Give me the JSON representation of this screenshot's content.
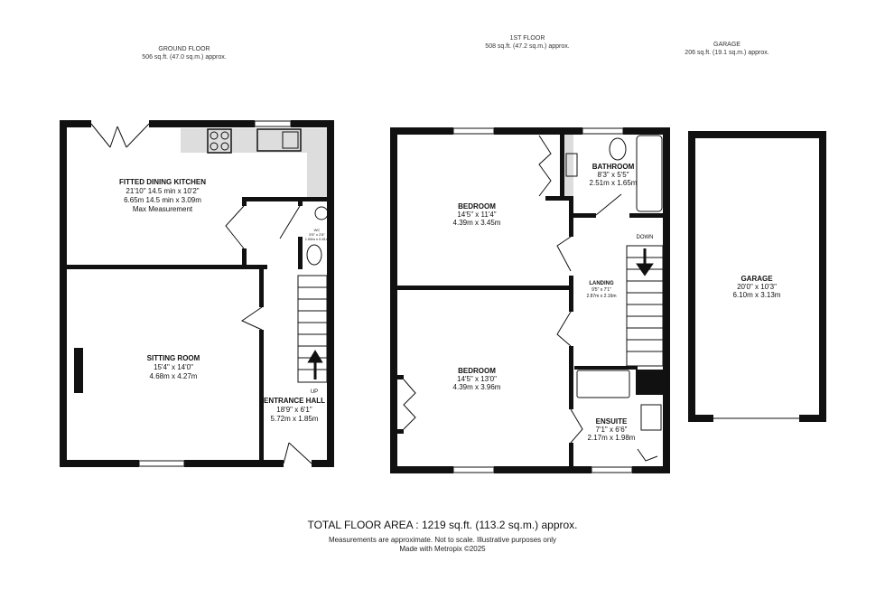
{
  "headers": {
    "ground": {
      "title": "GROUND FLOOR",
      "area": "506 sq.ft. (47.0 sq.m.) approx."
    },
    "first": {
      "title": "1ST FLOOR",
      "area": "508 sq.ft. (47.2 sq.m.) approx."
    },
    "garage": {
      "title": "GARAGE",
      "area": "206 sq.ft. (19.1 sq.m.) approx."
    }
  },
  "rooms": {
    "kitchen": {
      "name": "FITTED DINING KITCHEN",
      "imperial": "21'10\" 14.5 min  x 10'2\"",
      "metric": "6.65m 14.5 min  x 3.09m",
      "note": "Max Measurement"
    },
    "wc": {
      "name": "WC",
      "imperial": "5'5\"  x 2'8\"",
      "metric": "1.65m  x 0.81m"
    },
    "sitting": {
      "name": "SITTING ROOM",
      "imperial": "15'4\"  x 14'0\"",
      "metric": "4.68m  x 4.27m"
    },
    "hall": {
      "name": "ENTRANCE HALL",
      "imperial": "18'9\"  x 6'1\"",
      "metric": "5.72m  x 1.85m",
      "stairs": "UP"
    },
    "bedroom1": {
      "name": "BEDROOM",
      "imperial": "14'5\"  x 11'4\"",
      "metric": "4.39m  x 3.45m"
    },
    "bathroom": {
      "name": "BATHROOM",
      "imperial": "8'3\"  x 5'5\"",
      "metric": "2.51m  x 1.65m"
    },
    "landing": {
      "name": "LANDING",
      "imperial": "9'5\"  x 7'1\"",
      "metric": "2.87m  x 2.16m",
      "stairs": "DOWN"
    },
    "bedroom2": {
      "name": "BEDROOM",
      "imperial": "14'5\"  x 13'0\"",
      "metric": "4.39m  x 3.96m"
    },
    "ensuite": {
      "name": "ENSUITE",
      "imperial": "7'1\"  x 6'6\"",
      "metric": "2.17m  x 1.98m"
    },
    "garage": {
      "name": "GARAGE",
      "imperial": "20'0\"  x 10'3\"",
      "metric": "6.10m  x 3.13m"
    }
  },
  "footer": {
    "total": "TOTAL FLOOR AREA : 1219 sq.ft. (113.2 sq.m.) approx.",
    "disclaimer": "Measurements are approximate.  Not to scale.  Illustrative purposes only",
    "credit": "Made with Metropix ©2025"
  }
}
